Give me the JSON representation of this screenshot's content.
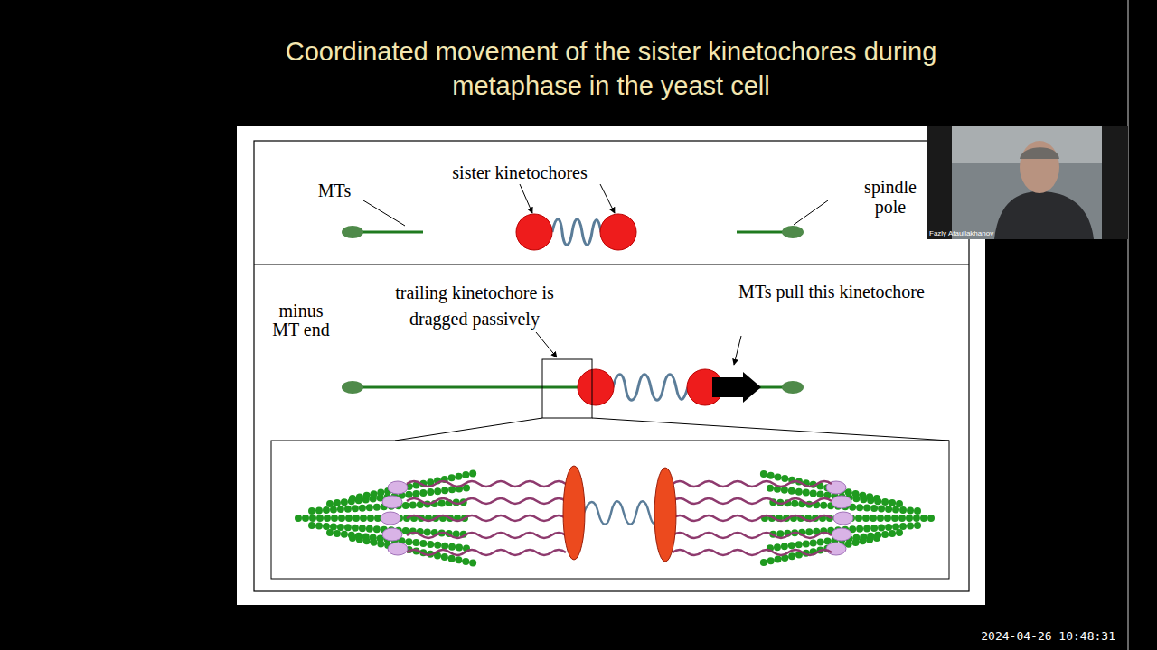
{
  "diagram": {
    "title": "Coordinated movement of the sister kinetochores during metaphase in the yeast cell",
    "labels": [
      "MTs",
      "sister kinetochores",
      "spindle pole",
      "minus MT end",
      "trailing kinetochore is dragged passively",
      "MTs pull this kinetochore",
      "Fazly Ataullakhanov",
      "2024-04-26 10:48:31"
    ]
  }
}
